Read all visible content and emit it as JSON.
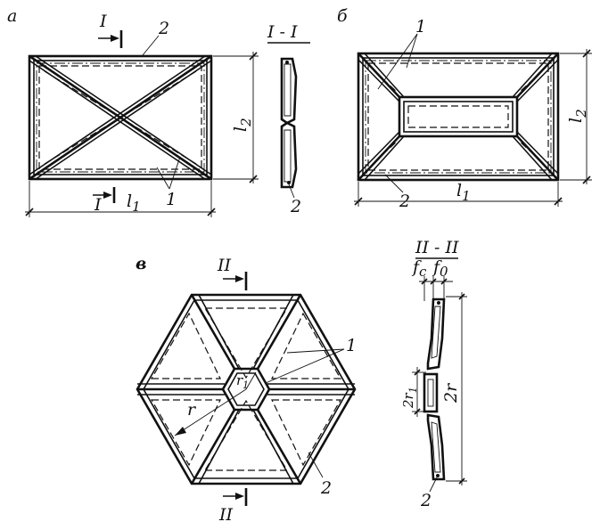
{
  "figure_a": {
    "letter": "а",
    "section_mark": "I",
    "section_title": "I - I",
    "dim_horizontal": "l",
    "dim_horizontal_sub": "1",
    "dim_vertical": "l",
    "dim_vertical_sub": "2",
    "callout_1": "1",
    "callout_2": "2",
    "section_callout_2": "2"
  },
  "figure_b": {
    "letter": "б",
    "dim_horizontal": "l",
    "dim_horizontal_sub": "1",
    "dim_vertical": "l",
    "dim_vertical_sub": "2",
    "callout_1": "1",
    "callout_2": "2"
  },
  "figure_v": {
    "letter": "в",
    "section_mark": "II",
    "section_title": "II - II",
    "radius_outer": "r",
    "radius_inner": "r",
    "radius_inner_sub": "1",
    "callout_1": "1",
    "callout_2": "2",
    "dim_fc": "f",
    "dim_fc_sub": "c",
    "dim_f0": "f",
    "dim_f0_sub": "0",
    "dim_2r1": "2r",
    "dim_2r1_sub": "1",
    "dim_2r": "2r",
    "section_callout_2": "2"
  }
}
